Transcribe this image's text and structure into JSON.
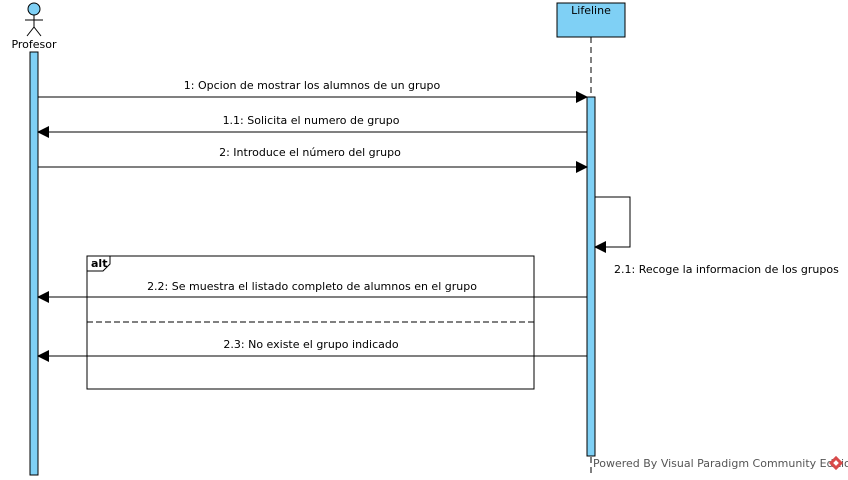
{
  "actor": {
    "name": "Profesor"
  },
  "lifeline": {
    "name": "Lifeline"
  },
  "fragment": {
    "operator": "alt"
  },
  "messages": [
    {
      "id": "m1",
      "label": "1: Opcion de mostrar los alumnos de un grupo"
    },
    {
      "id": "m1_1",
      "label": "1.1: Solicita el numero de grupo"
    },
    {
      "id": "m2",
      "label": "2: Introduce el número del grupo"
    },
    {
      "id": "m2_1",
      "label": "2.1: Recoge la informacion de los grupos"
    },
    {
      "id": "m2_2",
      "label": "2.2: Se muestra el listado completo de alumnos en el grupo"
    },
    {
      "id": "m2_3",
      "label": "2.3: No existe el grupo indicado"
    }
  ],
  "footer": {
    "text": "Powered By Visual Paradigm Community Edition"
  },
  "colors": {
    "activation": "#7fd0f5",
    "lifeline_box": "#7fd0f5",
    "actor": "#7fd0f5",
    "line": "#000000",
    "logo": "#d94a4a"
  }
}
